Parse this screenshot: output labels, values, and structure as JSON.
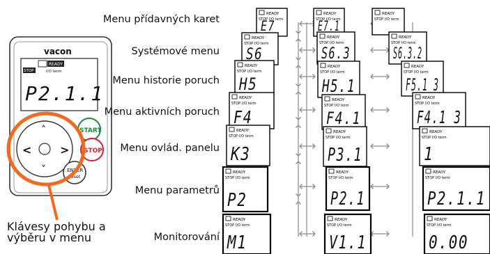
{
  "keypad": {
    "brand": "vacon",
    "ready": "READY",
    "stop": "STOP",
    "io_term": "I/O term",
    "display": "P2.1.1",
    "start_label": "START",
    "stop_label": "STOP",
    "enter_label": "ENTER",
    "reset_label": "reset"
  },
  "caption": {
    "line1": "Klávesy pohybu a",
    "line2": "výběru v menu"
  },
  "status": {
    "ready": "READY",
    "stop": "STOP",
    "io_term": "I/O term"
  },
  "rows": [
    {
      "label": "Menu přídavných karet",
      "codes": [
        "E7",
        "E7.1",
        ""
      ]
    },
    {
      "label": "Systémové menu",
      "codes": [
        "S6",
        "S6.3",
        "S6.3.2"
      ]
    },
    {
      "label": "Menu historie poruch",
      "codes": [
        "H5",
        "H5.1",
        "F5.1 3"
      ]
    },
    {
      "label": "Menu aktivních poruch",
      "codes": [
        "F4",
        "F4.1",
        "F4.1 3"
      ]
    },
    {
      "label": "Menu ovlád. panelu",
      "codes": [
        "K3",
        "P3.1",
        "1"
      ]
    },
    {
      "label": "Menu parametrů",
      "codes": [
        "P2",
        "P2.1",
        "P2.1.1"
      ]
    },
    {
      "label": "Monitorování",
      "codes": [
        "M1",
        "V1.1",
        "0.00"
      ]
    }
  ],
  "colors": {
    "highlight": "#f26a21",
    "start": "#1a8a3a",
    "stop": "#d6202a",
    "arrow": "#8a8a8a"
  }
}
